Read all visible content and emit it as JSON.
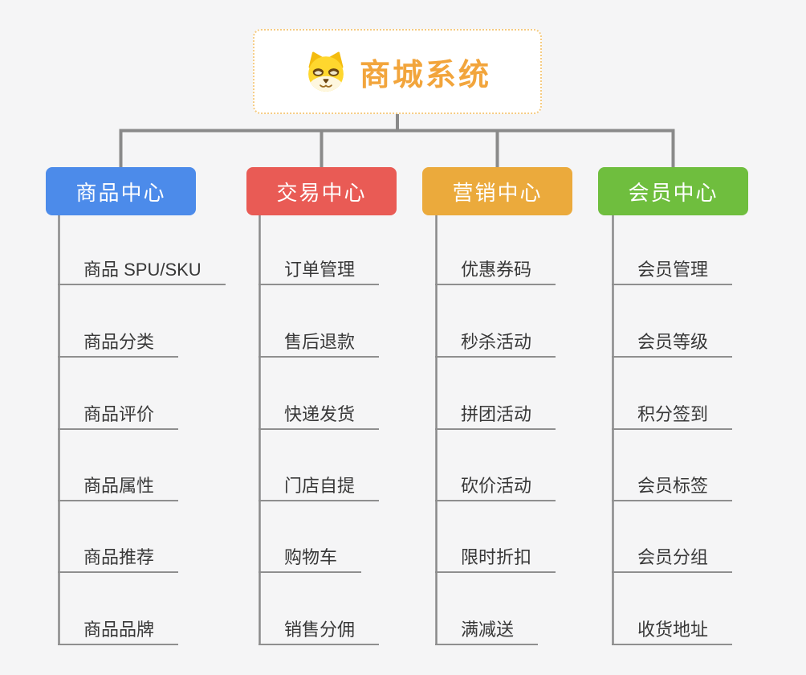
{
  "app": {
    "type": "mind-map-diagram",
    "background_color": "#f5f5f6",
    "connector_color": "#8a8a8a",
    "leaf_underline_color": "#8f8f8f",
    "leaf_text_color": "#383838"
  },
  "root": {
    "title": "商城系统",
    "icon": "dog-face-icon",
    "title_color": "#f2a53c",
    "border_color": "#f5cb82",
    "background": "#ffffff"
  },
  "branches": [
    {
      "label": "商品中心",
      "color": "#4c8bea",
      "children": [
        "商品 SPU/SKU",
        "商品分类",
        "商品评价",
        "商品属性",
        "商品推荐",
        "商品品牌"
      ]
    },
    {
      "label": "交易中心",
      "color": "#e95b55",
      "children": [
        "订单管理",
        "售后退款",
        "快递发货",
        "门店自提",
        "购物车",
        "销售分佣"
      ]
    },
    {
      "label": "营销中心",
      "color": "#ebaa3c",
      "children": [
        "优惠券码",
        "秒杀活动",
        "拼团活动",
        "砍价活动",
        "限时折扣",
        "满减送"
      ]
    },
    {
      "label": "会员中心",
      "color": "#6fbe3e",
      "children": [
        "会员管理",
        "会员等级",
        "积分签到",
        "会员标签",
        "会员分组",
        "收货地址"
      ]
    }
  ]
}
